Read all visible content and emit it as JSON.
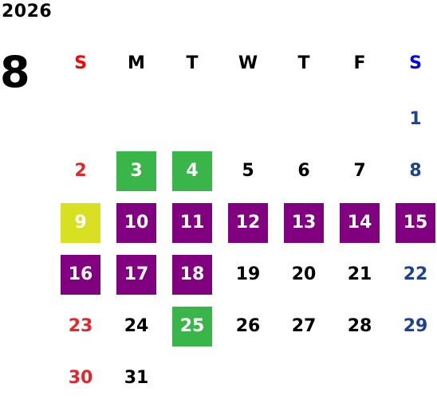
{
  "calendar": {
    "year": "2026",
    "month": "8",
    "weekdays": [
      {
        "label": "S",
        "color": "#ff0000"
      },
      {
        "label": "M",
        "color": "#000000"
      },
      {
        "label": "T",
        "color": "#000000"
      },
      {
        "label": "W",
        "color": "#000000"
      },
      {
        "label": "T",
        "color": "#000000"
      },
      {
        "label": "F",
        "color": "#000000"
      },
      {
        "label": "S",
        "color": "#0000ff"
      }
    ],
    "days": [
      {
        "day": "1",
        "status": "none"
      },
      {
        "day": "2",
        "status": "none"
      },
      {
        "day": "3",
        "status": "green"
      },
      {
        "day": "4",
        "status": "green"
      },
      {
        "day": "5",
        "status": "none"
      },
      {
        "day": "6",
        "status": "none"
      },
      {
        "day": "7",
        "status": "none"
      },
      {
        "day": "8",
        "status": "none"
      },
      {
        "day": "9",
        "status": "yellow"
      },
      {
        "day": "10",
        "status": "purple"
      },
      {
        "day": "11",
        "status": "purple"
      },
      {
        "day": "12",
        "status": "purple"
      },
      {
        "day": "13",
        "status": "purple"
      },
      {
        "day": "14",
        "status": "purple"
      },
      {
        "day": "15",
        "status": "purple"
      },
      {
        "day": "16",
        "status": "purple"
      },
      {
        "day": "17",
        "status": "purple"
      },
      {
        "day": "18",
        "status": "purple"
      },
      {
        "day": "19",
        "status": "none"
      },
      {
        "day": "20",
        "status": "none"
      },
      {
        "day": "21",
        "status": "none"
      },
      {
        "day": "22",
        "status": "none"
      },
      {
        "day": "23",
        "status": "none"
      },
      {
        "day": "24",
        "status": "none"
      },
      {
        "day": "25",
        "status": "green"
      },
      {
        "day": "26",
        "status": "none"
      },
      {
        "day": "27",
        "status": "none"
      },
      {
        "day": "28",
        "status": "none"
      },
      {
        "day": "29",
        "status": "none"
      },
      {
        "day": "30",
        "status": "none"
      },
      {
        "day": "31",
        "status": "none"
      }
    ],
    "colors": {
      "sunday": "#e3262b",
      "saturday": "#1d4390",
      "weekday": "#000000",
      "green": "#3ab54a",
      "purple": "#800080",
      "yellow": "#d7e021"
    }
  }
}
